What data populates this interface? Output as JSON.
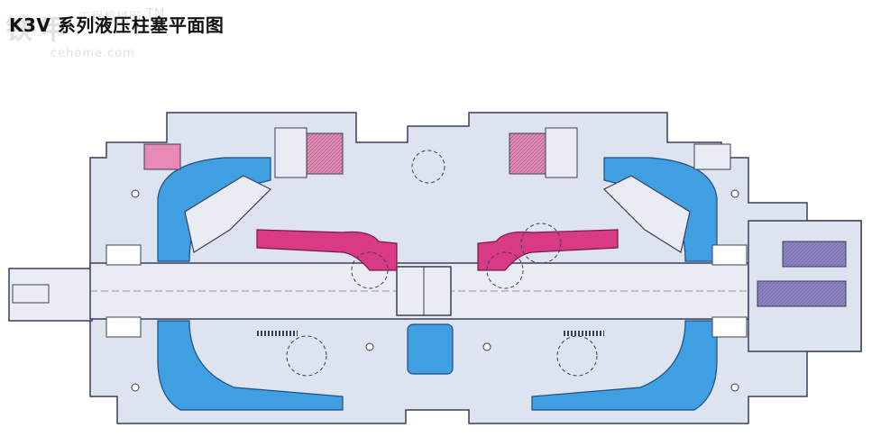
{
  "title": "K3V 系列液压柱塞平面图",
  "watermark": {
    "cn_mark": "铁甲",
    "tagline": "工程机械网",
    "site": "cehome.com",
    "tm": "TM"
  },
  "colors": {
    "housing": "#dde3ef",
    "housing_line": "#3a3f5a",
    "oil": "#3f9fe0",
    "oil_dark": "#1d7cc4",
    "piston": "#d83a86",
    "piston_light": "#e88ab5",
    "gear": "#8d84c4",
    "shaft": "#e9edf3"
  }
}
